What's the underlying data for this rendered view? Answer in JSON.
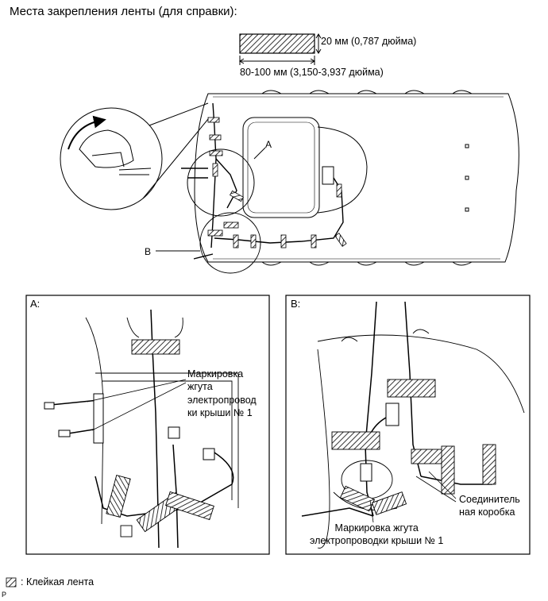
{
  "title": "Места закрепления ленты (для справки):",
  "dimension": {
    "width_label": "20 мм (0,787 дюйма)",
    "length_label": "80-100 мм (3,150-3,937 дюйма)"
  },
  "overview": {
    "callout_a": "A",
    "callout_b": "B"
  },
  "panel_a": {
    "title": "A:",
    "note": "Маркировка\nжгута\nэлектропровод\nки крыши № 1"
  },
  "panel_b": {
    "title": "B:",
    "connector_label": "Соединитель\nная коробка",
    "note": "Маркировка жгута\nэлектропроводки крыши № 1"
  },
  "legend": {
    "text": ": Клейкая лента",
    "icon": "hatched-tape-icon"
  },
  "corner_mark": "P"
}
